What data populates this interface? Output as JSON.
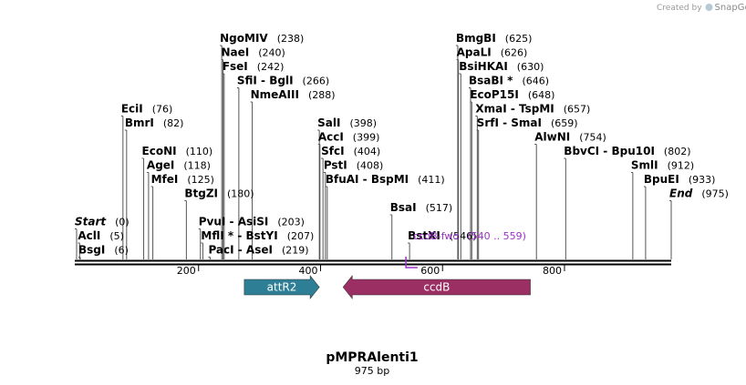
{
  "credit": {
    "prefix": "Created by",
    "brand": "SnapGene"
  },
  "plasmid": {
    "name": "pMPRAlenti1",
    "length_label": "975 bp",
    "length": 975
  },
  "ticks": [
    "200",
    "400",
    "600",
    "800"
  ],
  "tick_values": [
    200,
    400,
    600,
    800
  ],
  "sites": [
    {
      "name": "NgoMIV",
      "pos": "(238)",
      "site": 238,
      "row": 0
    },
    {
      "name": "NaeI",
      "pos": "(240)",
      "site": 240,
      "row": 1
    },
    {
      "name": "FseI",
      "pos": "(242)",
      "site": 242,
      "row": 2
    },
    {
      "name": "SfiI  -  BglI",
      "pos": "(266)",
      "site": 266,
      "row": 3
    },
    {
      "name": "NmeAIII",
      "pos": "(288)",
      "site": 288,
      "row": 4
    },
    {
      "name": "EciI",
      "pos": "(76)",
      "site": 76,
      "row": 5
    },
    {
      "name": "BmrI",
      "pos": "(82)",
      "site": 82,
      "row": 6
    },
    {
      "name": "SalI",
      "pos": "(398)",
      "site": 398,
      "row": 6
    },
    {
      "name": "AccI",
      "pos": "(399)",
      "site": 399,
      "row": 7
    },
    {
      "name": "EcoNI",
      "pos": "(110)",
      "site": 110,
      "row": 8
    },
    {
      "name": "SfcI",
      "pos": "(404)",
      "site": 404,
      "row": 8
    },
    {
      "name": "AgeI",
      "pos": "(118)",
      "site": 118,
      "row": 9
    },
    {
      "name": "PstI",
      "pos": "(408)",
      "site": 408,
      "row": 9
    },
    {
      "name": "MfeI",
      "pos": "(125)",
      "site": 125,
      "row": 10
    },
    {
      "name": "BfuAI  -  BspMI",
      "pos": "(411)",
      "site": 411,
      "row": 10
    },
    {
      "name": "BtgZI",
      "pos": "(180)",
      "site": 180,
      "row": 11
    },
    {
      "name": "BsaI",
      "pos": "(517)",
      "site": 517,
      "row": 12
    },
    {
      "name": "Start",
      "pos": "(0)",
      "site": 0,
      "row": 13,
      "italic": true
    },
    {
      "name": "PvuI  -  AsiSI",
      "pos": "(203)",
      "site": 203,
      "row": 13
    },
    {
      "name": "AclI",
      "pos": "(5)",
      "site": 5,
      "row": 14
    },
    {
      "name": "MflI *  -  BstYI",
      "pos": "(207)",
      "site": 207,
      "row": 14
    },
    {
      "name": "BstXI",
      "pos": "(546)",
      "site": 546,
      "row": 14
    },
    {
      "name": "BsgI",
      "pos": "(6)",
      "site": 6,
      "row": 15
    },
    {
      "name": "PacI  -  AseI",
      "pos": "(219)",
      "site": 219,
      "row": 15
    },
    {
      "name": "BmgBI",
      "pos": "(625)",
      "site": 625,
      "row": 0
    },
    {
      "name": "ApaLI",
      "pos": "(626)",
      "site": 626,
      "row": 1
    },
    {
      "name": "BsiHKAI",
      "pos": "(630)",
      "site": 630,
      "row": 2
    },
    {
      "name": "BsaBI *",
      "pos": "(646)",
      "site": 646,
      "row": 3
    },
    {
      "name": "EcoP15I",
      "pos": "(648)",
      "site": 648,
      "row": 4
    },
    {
      "name": "XmaI  -  TspMI",
      "pos": "(657)",
      "site": 657,
      "row": 5
    },
    {
      "name": "SrfI  -  SmaI",
      "pos": "(659)",
      "site": 659,
      "row": 6
    },
    {
      "name": "AlwNI",
      "pos": "(754)",
      "site": 754,
      "row": 7
    },
    {
      "name": "BbvCI  -  Bpu10I",
      "pos": "(802)",
      "site": 802,
      "row": 8
    },
    {
      "name": "SmlI",
      "pos": "(912)",
      "site": 912,
      "row": 9
    },
    {
      "name": "BpuEI",
      "pos": "(933)",
      "site": 933,
      "row": 10
    },
    {
      "name": "End",
      "pos": "(975)",
      "site": 975,
      "row": 11,
      "italic": true
    }
  ],
  "features": [
    {
      "name": "attR2",
      "start": 275,
      "end": 398,
      "direction": "forward",
      "color": "#2e7f95"
    },
    {
      "name": "ccdB",
      "start": 437,
      "end": 744,
      "direction": "reverse",
      "color": "#9b2f63"
    }
  ],
  "primer": {
    "name": "ccdB-fwd",
    "range": "(540 .. 559)",
    "start": 540,
    "end": 559,
    "color": "#9b30c8"
  }
}
